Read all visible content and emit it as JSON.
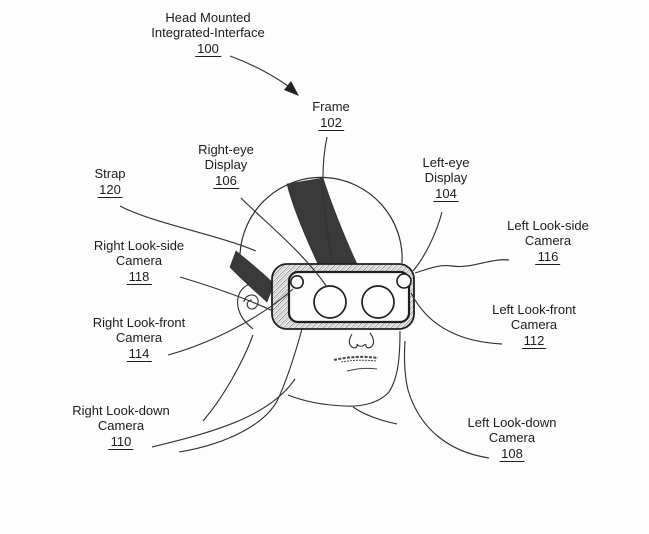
{
  "figure": {
    "type": "patent-line-drawing",
    "subject": "Head-mounted integrated-interface headset worn on a sketched human head, front three-quarter view",
    "ink_color": "#2a2a2a",
    "strap_color": "#3a3a3a",
    "background": "#fdfdfd"
  },
  "labels": [
    {
      "name": "head-mounted-integrated-interface",
      "lines": [
        "Head Mounted",
        "Integrated-Interface"
      ],
      "ref": "100"
    },
    {
      "name": "frame",
      "lines": [
        "Frame"
      ],
      "ref": "102"
    },
    {
      "name": "right-eye-display",
      "lines": [
        "Right-eye",
        "Display"
      ],
      "ref": "106"
    },
    {
      "name": "left-eye-display",
      "lines": [
        "Left-eye",
        "Display"
      ],
      "ref": "104"
    },
    {
      "name": "strap",
      "lines": [
        "Strap"
      ],
      "ref": "120"
    },
    {
      "name": "right-look-side-camera",
      "lines": [
        "Right Look-side",
        "Camera"
      ],
      "ref": "118"
    },
    {
      "name": "right-look-front-camera",
      "lines": [
        "Right Look-front",
        "Camera"
      ],
      "ref": "114"
    },
    {
      "name": "right-look-down-camera",
      "lines": [
        "Right Look-down",
        "Camera"
      ],
      "ref": "110"
    },
    {
      "name": "left-look-side-camera",
      "lines": [
        "Left Look-side",
        "Camera"
      ],
      "ref": "116"
    },
    {
      "name": "left-look-front-camera",
      "lines": [
        "Left Look-front",
        "Camera"
      ],
      "ref": "112"
    },
    {
      "name": "left-look-down-camera",
      "lines": [
        "Left Look-down",
        "Camera"
      ],
      "ref": "108"
    }
  ]
}
